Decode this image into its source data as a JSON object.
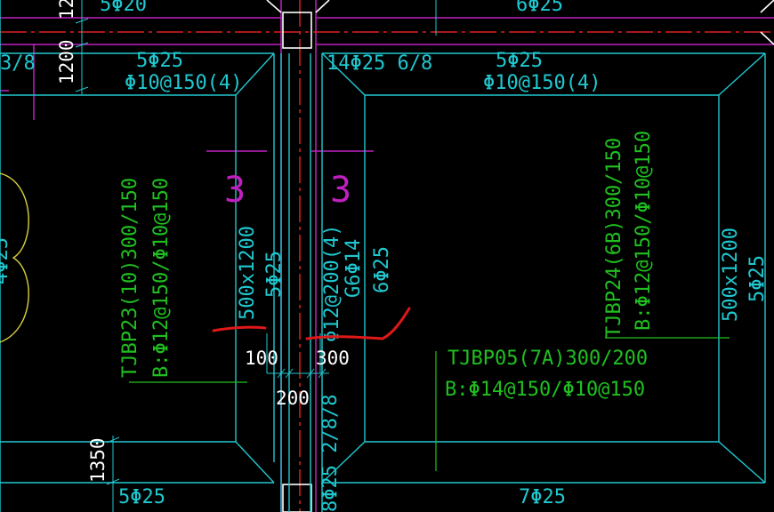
{
  "colors": {
    "background": "#000000",
    "beam_outline": "#20c8d0",
    "magenta": "#c020c0",
    "axis_red": "#e02020",
    "rebar_text": "#20c8d0",
    "label_green": "#20c020",
    "white": "#ffffff",
    "yellow_curve": "#d8d040",
    "annotation_red": "#e01818"
  },
  "labels": {
    "top_left_partial": "5Φ20",
    "top_right_partial": "6Φ25",
    "dim_12": "12",
    "dim_1200": "1200",
    "left_edge_ratio": "3/8",
    "left_top_bars": "5Φ25",
    "left_top_stirrup": "Φ10@150(4)",
    "right_top_bars_a": "14Φ25 6/8",
    "right_top_bars": "5Φ25",
    "right_top_stirrup": "Φ10@150(4)",
    "section_mark_left": "3",
    "section_mark_right": "3",
    "left_slab_name": "TJBP23(10)300/150",
    "left_slab_rebar": "B:Φ12@150/Φ10@150",
    "mid_beam_size": "500x1200",
    "mid_beam_bars": "5Φ25",
    "strip_stirrup": "Φ12@200(4)",
    "strip_side": "G6Φ14",
    "strip_bottom": "6Φ25",
    "right_slab_name": "TJBP24(6B)300/150",
    "right_slab_rebar": "B:Φ12@150/Φ10@150",
    "right_beam_size": "500x1200",
    "right_beam_bars": "5Φ25",
    "dim_100": "100",
    "dim_300": "300",
    "dim_200": "200",
    "center_slab_name": "TJBP05(7A)300/200",
    "center_slab_rebar": "B:Φ14@150/Φ10@150",
    "dim_1350": "1350",
    "bottom_left_bars": "5Φ25",
    "bottom_strip_ratio": "8Φ25 2/8/8",
    "bottom_right_bars": "7Φ25",
    "left_edge_partial": "4Φ25"
  }
}
